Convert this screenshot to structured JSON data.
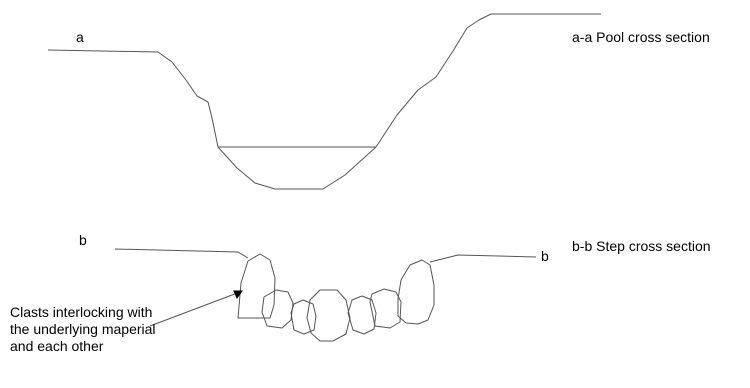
{
  "labels": {
    "a_left": "a",
    "pool_title": "a-a Pool cross section",
    "b_left": "b",
    "b_right": "b",
    "step_title": "b-b Step cross section",
    "clast_annotation": "Clasts interlocking with the underlying maperial and each other"
  },
  "colors": {
    "line": "#555555",
    "text": "#000000",
    "background": "#ffffff"
  }
}
